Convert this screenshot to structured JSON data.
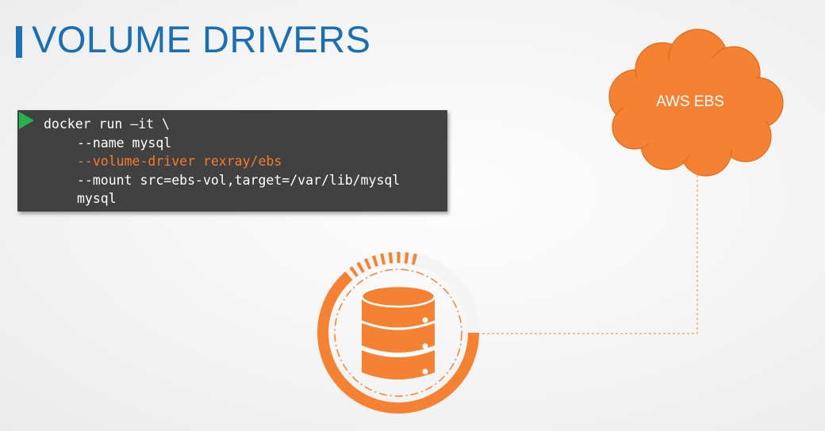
{
  "slide": {
    "title": "VOLUME DRIVERS"
  },
  "terminal": {
    "lines": [
      "docker run –it \\",
      "--name mysql",
      "--volume-driver rexray/ebs",
      "--mount src=ebs-vol,target=/var/lib/mysql",
      "mysql"
    ],
    "highlight_color": "#f47c2c",
    "prompt_icon": "play-triangle-icon",
    "prompt_color": "#27b24a"
  },
  "cloud": {
    "label": "AWS EBS",
    "icon": "cloud-icon",
    "color": "#f58233"
  },
  "volume": {
    "icon": "database-volume-icon",
    "color": "#f58233"
  },
  "colors": {
    "title": "#1a6fb4",
    "accent_bar": "#1a73b8",
    "terminal_bg": "#414141",
    "connector": "#f58233"
  }
}
